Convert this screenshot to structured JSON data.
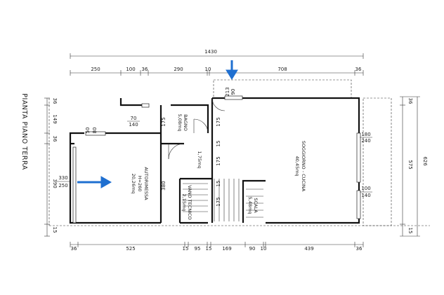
{
  "title": "PIANTA PIANO TERRA",
  "rooms": {
    "soggiorno": [
      "SOGGIORNO - CUCINA",
      "40,45mq"
    ],
    "autorimessa": [
      "AUTORIMESSA",
      "H=260",
      "20,26mq"
    ],
    "bagno": [
      "BAGNO",
      "5,08mq"
    ],
    "vano": [
      "VANO TECNICO",
      "2,15mq"
    ],
    "disimpegno": "1,75mq",
    "scala": [
      "SCALA",
      "5,48mq"
    ]
  },
  "dims": {
    "total": "1430",
    "top": [
      "250",
      "100",
      "36",
      "290",
      "10",
      "708",
      "36"
    ],
    "bottom": [
      "36",
      "525",
      "15",
      "95",
      "15",
      "169",
      "90",
      "10",
      "439",
      "36"
    ],
    "left": [
      "36",
      "149",
      "36",
      "390",
      "15"
    ],
    "right": [
      "36",
      "575",
      "15"
    ],
    "right_total": "626",
    "top_door": [
      "90",
      "213"
    ],
    "windows": {
      "w1": [
        "70",
        "140"
      ],
      "w2": [
        "80",
        "50"
      ],
      "w3": [
        "330",
        "250"
      ],
      "w4": [
        "180",
        "240"
      ],
      "w5": [
        "100",
        "140"
      ]
    },
    "interior": [
      "175",
      "175",
      "15",
      "175",
      "380",
      "15",
      "175"
    ]
  },
  "colors": {
    "arrow": "#1f6fd0"
  }
}
